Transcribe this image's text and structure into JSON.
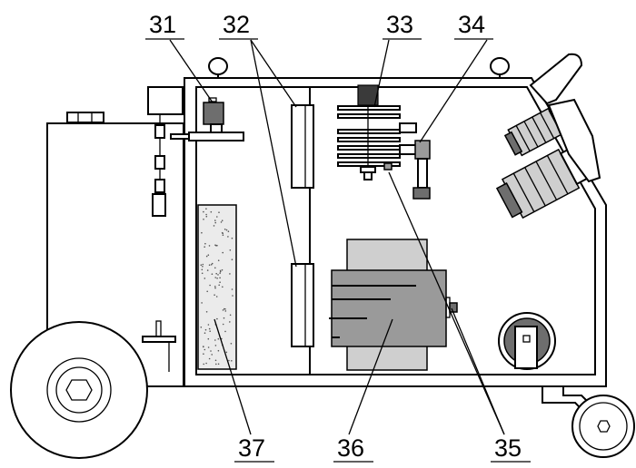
{
  "diagram": {
    "labels": [
      {
        "id": "31",
        "text": "31"
      },
      {
        "id": "32",
        "text": "32"
      },
      {
        "id": "33",
        "text": "33"
      },
      {
        "id": "34",
        "text": "34"
      },
      {
        "id": "35",
        "text": "35"
      },
      {
        "id": "36",
        "text": "36"
      },
      {
        "id": "37",
        "text": "37"
      }
    ],
    "colors": {
      "line": "#000000",
      "fill_light": "#cfcfcf",
      "fill_mid": "#9a9a9a",
      "fill_dark": "#6e6e6e",
      "background": "#ffffff"
    }
  }
}
